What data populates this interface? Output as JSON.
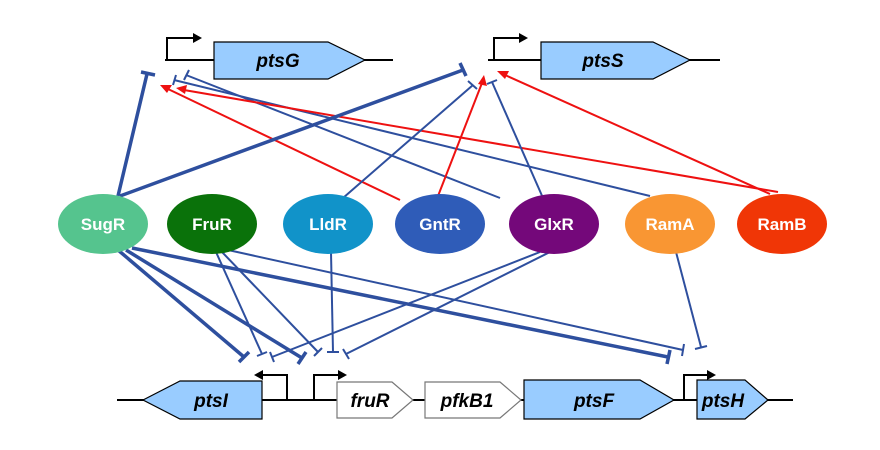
{
  "genes": {
    "ptsG": "ptsG",
    "ptsS": "ptsS",
    "ptsI": "ptsI",
    "fruR": "fruR",
    "pfkB1": "pfkB1",
    "ptsF": "ptsF",
    "ptsH": "ptsH"
  },
  "regulators": {
    "SugR": "SugR",
    "FruR": "FruR",
    "LldR": "LldR",
    "GntR": "GntR",
    "GlxR": "GlxR",
    "RamA": "RamA",
    "RamB": "RamB"
  },
  "colors": {
    "pts_gene_fill": "#99ccff",
    "other_gene_fill": "#ffffff",
    "repression": "#2e4f9e",
    "activation": "#ee1111",
    "SugR": "#55c48e",
    "FruR": "#0a720a",
    "LldR": "#1193c9",
    "GntR": "#2f5cb8",
    "GlxR": "#74087a",
    "RamA": "#f99633",
    "RamB": "#f03606"
  }
}
